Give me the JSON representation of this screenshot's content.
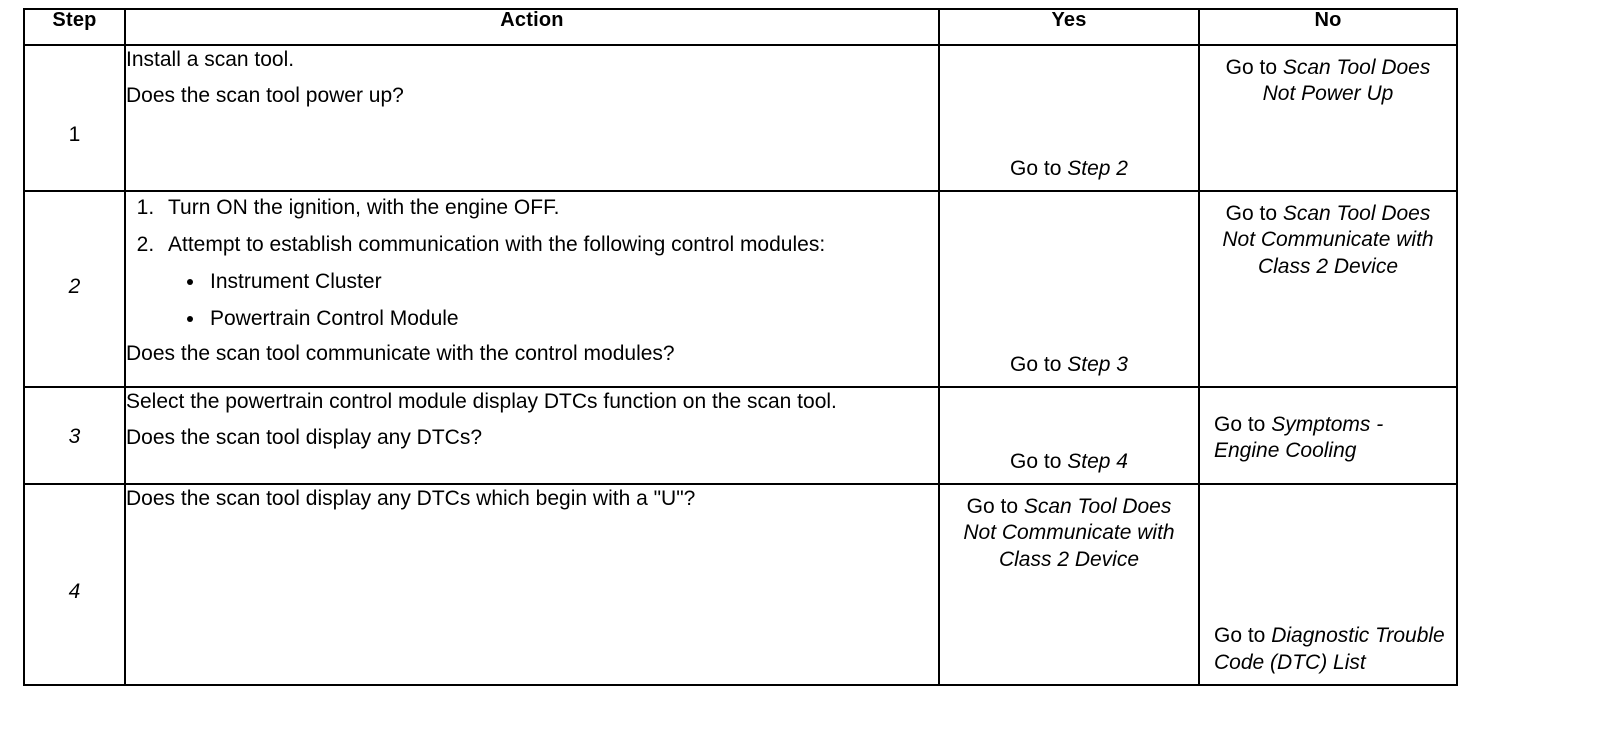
{
  "table": {
    "columns": [
      {
        "key": "step",
        "label": "Step"
      },
      {
        "key": "action",
        "label": "Action"
      },
      {
        "key": "yes",
        "label": "Yes"
      },
      {
        "key": "no",
        "label": "No"
      }
    ],
    "rows": [
      {
        "step": "1",
        "action": {
          "lines": [
            "Install a scan tool.",
            "Does the scan tool power up?"
          ]
        },
        "yes": {
          "prefix": "Go to ",
          "ref": "Step 2",
          "suffix": ""
        },
        "no": {
          "prefix": "Go to ",
          "ref": "Scan Tool Does Not Power Up",
          "suffix": ""
        }
      },
      {
        "step": "2",
        "action": {
          "numbered": [
            "Turn ON the ignition, with the engine OFF.",
            "Attempt to establish communication with the following control modules:"
          ],
          "bullets": [
            "Instrument Cluster",
            "Powertrain Control Module"
          ],
          "question": "Does the scan tool communicate with the control modules?"
        },
        "yes": {
          "prefix": "Go to ",
          "ref": "Step 3",
          "suffix": ""
        },
        "no": {
          "prefix": "Go to ",
          "ref": "Scan Tool Does Not Communicate with Class 2 Device",
          "suffix": ""
        }
      },
      {
        "step": "3",
        "action": {
          "lines": [
            "Select the powertrain control module display DTCs function on the scan tool.",
            "Does the scan tool display any DTCs?"
          ]
        },
        "yes": {
          "prefix": "Go to ",
          "ref": "Step 4",
          "suffix": ""
        },
        "no": {
          "prefix": "Go to ",
          "ref": "Symptoms - Engine Cooling",
          "suffix": ""
        }
      },
      {
        "step": "4",
        "action": {
          "lines": [
            "Does the scan tool display any DTCs which begin with a \"U\"?"
          ]
        },
        "yes": {
          "prefix": "Go to ",
          "ref": "Scan Tool Does Not Communicate with Class 2 Device",
          "suffix": ""
        },
        "no": {
          "prefix": "Go to ",
          "ref": "Diagnostic Trouble Code (DTC) List",
          "suffix": ""
        }
      }
    ]
  }
}
